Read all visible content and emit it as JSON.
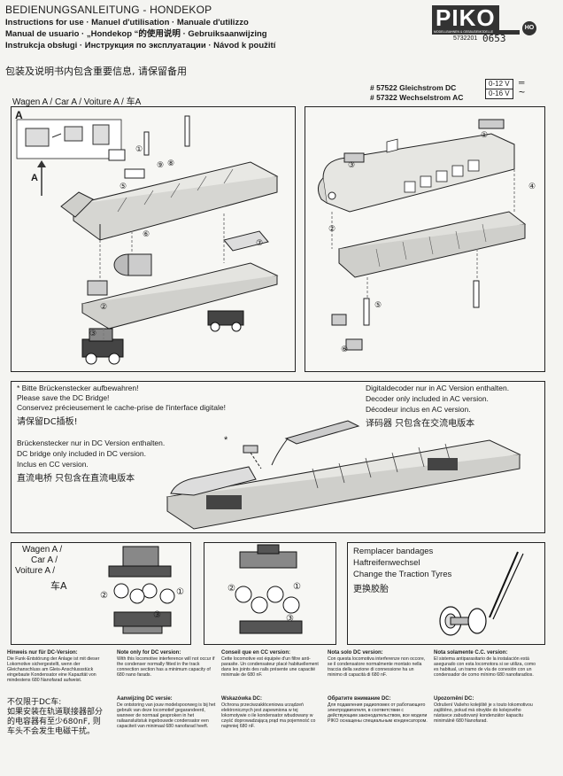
{
  "header": {
    "title": "BEDIENUNGSANLEITUNG - HONDEKOP",
    "line1": "Instructions for use · Manuel d'utilisation · Manuale d'utilizzo",
    "line2": "Manual de usuario · „Hondekop “的使用说明 · Gebruiksaanwijzing",
    "line3": "Instrukcja obsługi · Инструкция по эксплуатации · Návod k použití",
    "cn": "包装及说明书内包含重要信息, 请保留备用"
  },
  "logo": {
    "brand": "PIKO",
    "tagline": "MODELLBAHNEN & GEBÄUDEMODELLE",
    "ho": "HO",
    "serial": "5732201",
    "serial_hand": "0653"
  },
  "models": [
    {
      "label": "# 57522 Gleichstrom DC",
      "voltage": "0-12 V",
      "symbol": "═"
    },
    {
      "label": "# 57322 Wechselstrom AC",
      "voltage": "0-16 V",
      "symbol": "~"
    }
  ],
  "wagen_label": "Wagen A / Car A / Voiture A / 车A",
  "panel_a_letter": "A",
  "panel_a_side": "A",
  "bridge_note": {
    "star": "* Bitte Brückenstecker aufbewahren!",
    "en": "Please save the DC Bridge!",
    "fr": "Conservez précieusement le cache-prise de l'interface digitale!",
    "cn": "请保留DC插板!",
    "de2": "Brückenstecker nur in DC Version enthalten.",
    "en2": "DC bridge only included in DC version.",
    "fr2": "Inclus en CC version.",
    "cn2": "直流电桥  只包含在直流电版本"
  },
  "decoder_note": {
    "de": "Digitaldecoder nur in AC Version enthalten.",
    "en": "Decoder only included in AC version.",
    "fr": "Décodeur inclus en AC version.",
    "cn": "译码器  只包含在交流电版本"
  },
  "star_mark": "*",
  "wheel_panel": {
    "l1": "Wagen A /",
    "l2": "Car A /",
    "l3": "Voiture A /",
    "cn": "车A"
  },
  "tyres": {
    "fr": "Remplacer bandages",
    "de": "Haftreifenwechsel",
    "en": "Change the Traction Tyres",
    "cn": "更换胶胎"
  },
  "steps": [
    "①",
    "②",
    "③",
    "④",
    "⑤",
    "⑥",
    "⑦",
    "⑧",
    "⑨"
  ],
  "footer": [
    {
      "head": "Hinweis nur für DC-Version:",
      "body": "Die Funk-Entstörung der Anlage ist mit dieser Lokomotive sichergestellt, wenn der Gleichanschluss am Gleis-Anschlussstück eingebaute Kondensator eine Kapazität von mindestens 680 Nanofarad aufweist."
    },
    {
      "head": "Note only for DC version:",
      "body": "With this locomotive interference will not occur if the condenser normally fitted in the track connection section has a minimum capacity of 680 nano farads."
    },
    {
      "head": "Conseil que en CC version:",
      "body": "Cette locomotive est équipée d'un filtre anti-parasite. Un condensateur placé habituellement dans les joints des rails présente une capacité minimale de 680 nF."
    },
    {
      "head": "Nota solo DC version:",
      "body": "Con questa locomotiva interferenze non occore, se il condensatore normalmente montato nella traccia della sezione di connessione ha un minimo di capacità di 680 nF."
    },
    {
      "head": "Nota solamente C.C. version:",
      "body": "El sistema antiparasitario de la instalación está asegurado con esta locomotora si se utiliza, como es habitual, un tramo de vía de conexión con un condensador de como mínimo 680 nanofaradios."
    }
  ],
  "footer2": [
    {
      "head": "不仅限于DC车:",
      "body": "如果安装在轨道联接器部分的电容器有至少680nF, 则车头不会发生电磁干扰。"
    },
    {
      "head": "Aanwijzing DC versie:",
      "body": "De ontstoring van jouw modelspoorweg is bij het gebruik van deze locomotief gegarandeerd, wanneer de normaal gesproken in het railaansluitstuk ingebouwde condensator een capaciteit van minimaal 680 nanofarad heeft."
    },
    {
      "head": "Wskazówka DC:",
      "body": "Ochrona przeciwzakłóceniowa urządzeń elektronicznych jest zapewniona w tej lokomotywie o ile kondensator wbudowany w część doprowadzającą prąd ma pojemność co najmniej 680 nF."
    },
    {
      "head": "Обратите внимание DC:",
      "body": "Для подавления радиопомех от работающего электродвигателя, в соответствии с действующим законодательством, все модели PIKO оснащены специальным конденсатором."
    },
    {
      "head": "Upozornění DC:",
      "body": "Odrušení Vašeho kolejiště je s touto lokomotivou zajištěno, pokud má obvykle do kolejového nástavce zabudovaný kondenzátor kapacitu minimálně 680 Nanofarad."
    }
  ]
}
